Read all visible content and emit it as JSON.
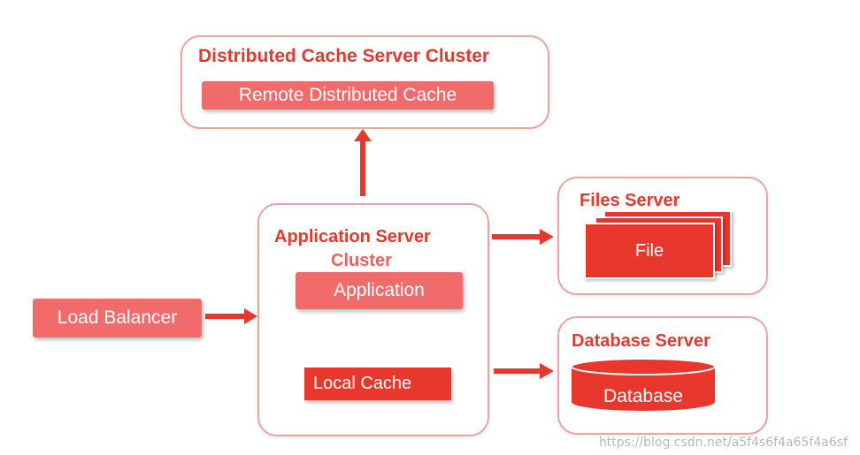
{
  "distributed_cache": {
    "title": "Distributed Cache Server Cluster",
    "box_label": "Remote Distributed Cache"
  },
  "application_server": {
    "title_line1": "Application Server",
    "title_line2": "Cluster",
    "app_label": "Application",
    "local_cache_label": "Local Cache"
  },
  "load_balancer": {
    "label": "Load Balancer"
  },
  "files_server": {
    "title": "Files Server",
    "file_label": "File"
  },
  "database_server": {
    "title": "Database Server",
    "db_label": "Database"
  },
  "watermark": "https://blog.csdn.net/a5f4s6f4a65f4a6sf",
  "colors": {
    "accent": "#e8372d",
    "light": "#f16b6b",
    "border": "#e8a5a0"
  }
}
